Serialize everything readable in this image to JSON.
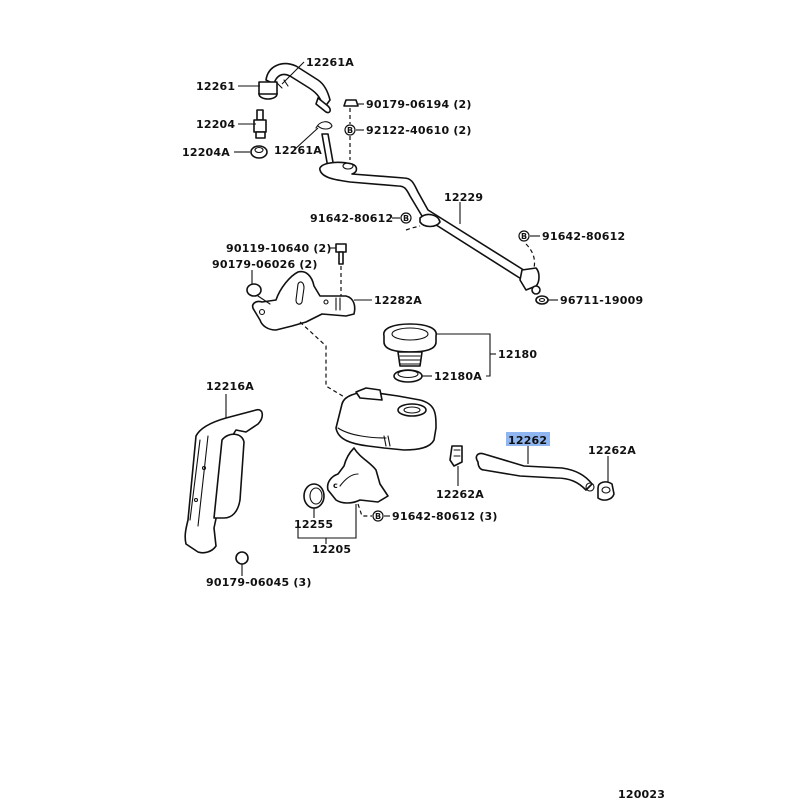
{
  "diagram": {
    "figure_id": "120023",
    "highlight_color": "#8fb6f0",
    "selected_part": "12262",
    "bolt_marker_letter": "B",
    "labels": {
      "p12261A_top": "12261A",
      "p12261": "12261",
      "p12204": "12204",
      "p12204A": "12204A",
      "p12261A_clip": "12261A",
      "p90179_06194": "90179-06194 (2)",
      "p92122_40610": "92122-40610 (2)",
      "p12229": "12229",
      "p91642_80612_left": "91642-80612",
      "p91642_80612_right": "91642-80612",
      "p96711_19009": "96711-19009",
      "p90119_10640": "90119-10640 (2)",
      "p90179_06026": "90179-06026 (2)",
      "p12282A": "12282A",
      "p12180": "12180",
      "p12180A": "12180A",
      "p12216A": "12216A",
      "p12262": "12262",
      "p12262A_right": "12262A",
      "p12262A_left": "12262A",
      "p12255": "12255",
      "p91642_80612_3": "91642-80612 (3)",
      "p12205": "12205",
      "p90179_06045": "90179-06045 (3)"
    }
  }
}
